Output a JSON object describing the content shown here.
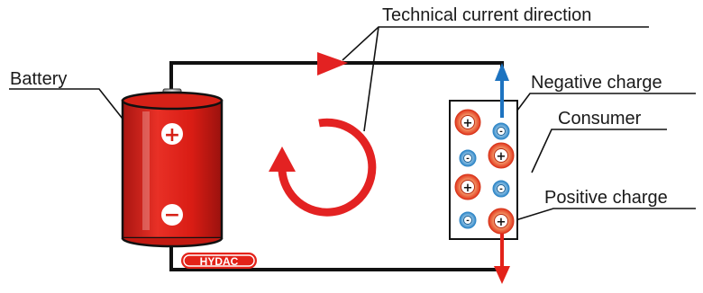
{
  "labels": {
    "technical_current_direction": "Technical current direction",
    "battery": "Battery",
    "negative_charge": "Negative charge",
    "consumer": "Consumer",
    "positive_charge": "Positive charge"
  },
  "battery": {
    "plus_symbol": "+",
    "minus_symbol": "−"
  },
  "logo": {
    "text": "HYDAC"
  },
  "charge_symbols": {
    "positive": "+",
    "negative": "-"
  },
  "colors": {
    "wire": "#111111",
    "current_arrow": "#e32222",
    "battery_body": "#e32219",
    "battery_dark": "#a81511",
    "positive_charge": "#ea3b20",
    "negative_charge": "#2f86c6",
    "outflow_negative": "#1d73c0",
    "outflow_positive": "#e32219"
  }
}
